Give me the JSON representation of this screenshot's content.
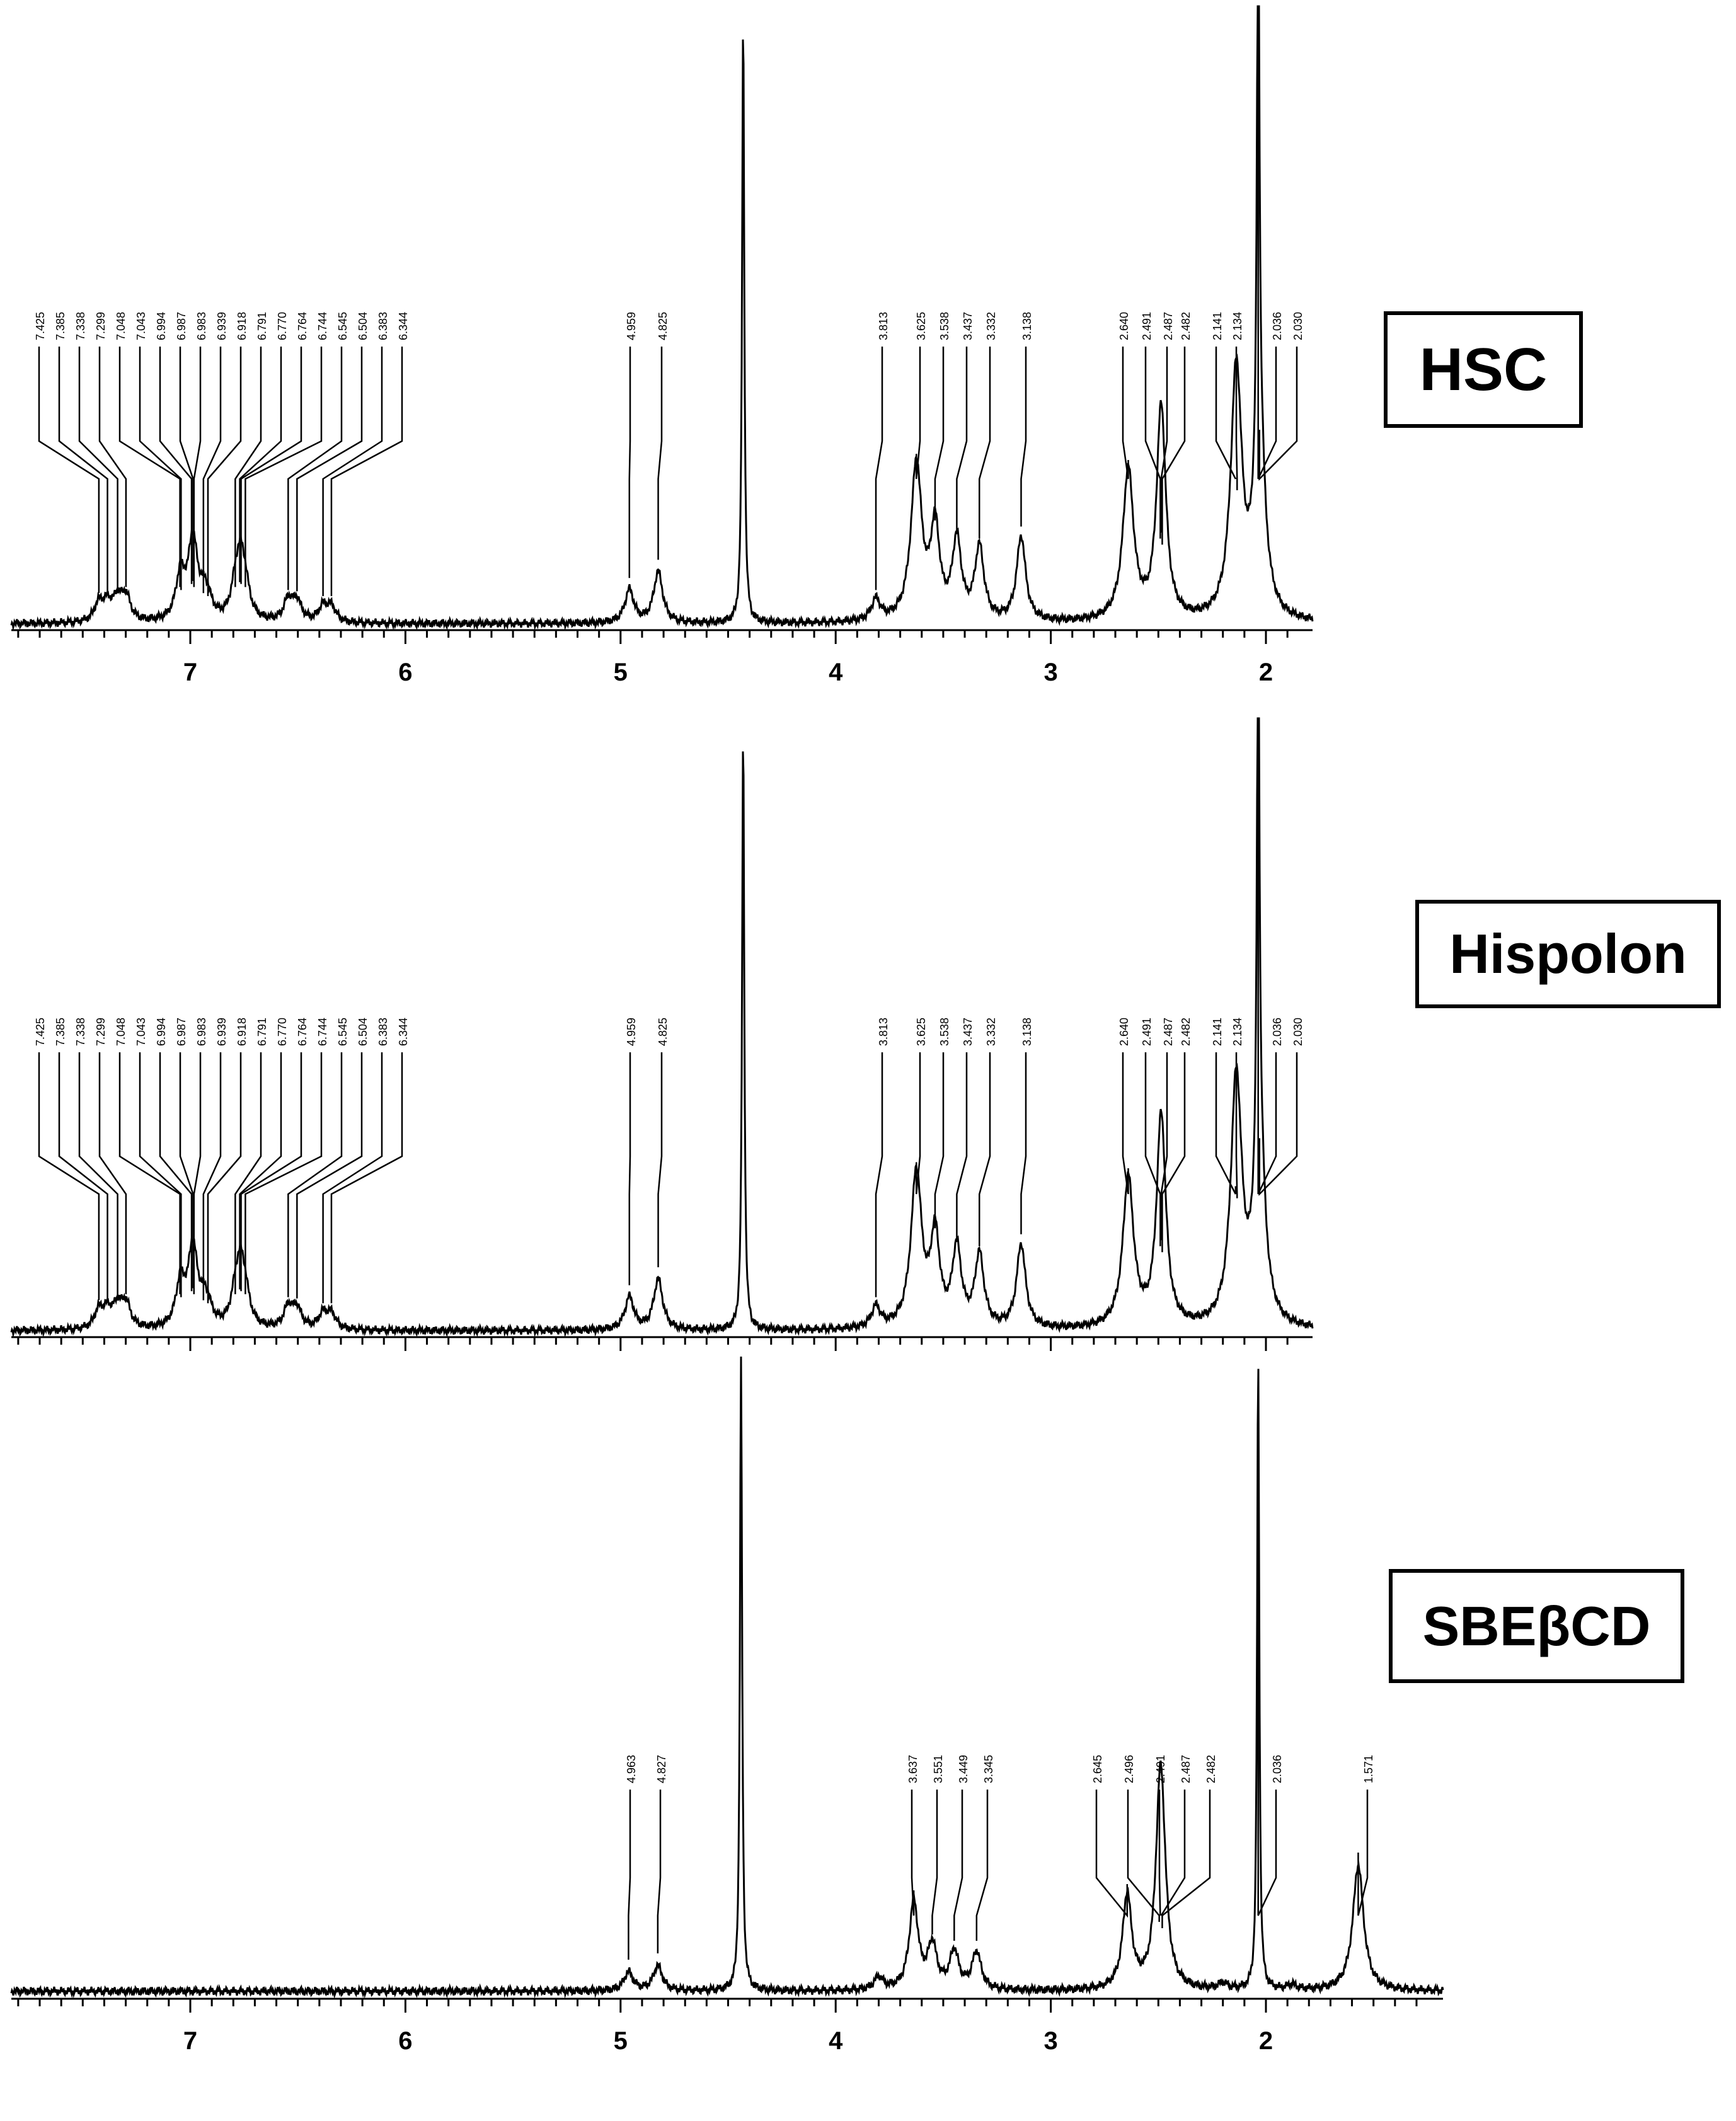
{
  "chart_data": [
    {
      "type": "line",
      "title": "HSC",
      "x_range": [
        7.85,
        1.82
      ],
      "tick_labels": [
        "7",
        "6",
        "5",
        "4",
        "3",
        "2"
      ],
      "peak_labels": [
        "7.425",
        "7.385",
        "7.338",
        "7.299",
        "7.048",
        "7.043",
        "6.994",
        "6.987",
        "6.983",
        "6.939",
        "6.918",
        "6.791",
        "6.770",
        "6.764",
        "6.744",
        "6.545",
        "6.504",
        "6.383",
        "6.344",
        "4.959",
        "4.825",
        "3.813",
        "3.625",
        "3.538",
        "3.437",
        "3.332",
        "3.138",
        "2.640",
        "2.491",
        "2.487",
        "2.482",
        "2.141",
        "2.134",
        "2.036",
        "2.030"
      ],
      "peaks": [
        {
          "ppm": 7.425,
          "h": 0.03
        },
        {
          "ppm": 7.385,
          "h": 0.028
        },
        {
          "ppm": 7.338,
          "h": 0.035
        },
        {
          "ppm": 7.299,
          "h": 0.04
        },
        {
          "ppm": 7.048,
          "h": 0.04
        },
        {
          "ppm": 7.043,
          "h": 0.035
        },
        {
          "ppm": 6.994,
          "h": 0.045
        },
        {
          "ppm": 6.987,
          "h": 0.05
        },
        {
          "ppm": 6.983,
          "h": 0.04
        },
        {
          "ppm": 6.939,
          "h": 0.03
        },
        {
          "ppm": 6.918,
          "h": 0.025
        },
        {
          "ppm": 6.791,
          "h": 0.04
        },
        {
          "ppm": 6.77,
          "h": 0.048
        },
        {
          "ppm": 6.764,
          "h": 0.045
        },
        {
          "ppm": 6.744,
          "h": 0.04
        },
        {
          "ppm": 6.545,
          "h": 0.035
        },
        {
          "ppm": 6.504,
          "h": 0.033
        },
        {
          "ppm": 6.383,
          "h": 0.025
        },
        {
          "ppm": 6.344,
          "h": 0.025
        },
        {
          "ppm": 4.959,
          "h": 0.055
        },
        {
          "ppm": 4.825,
          "h": 0.085
        },
        {
          "ppm": 4.43,
          "h": 1.0
        },
        {
          "ppm": 3.813,
          "h": 0.035
        },
        {
          "ppm": 3.625,
          "h": 0.26
        },
        {
          "ppm": 3.538,
          "h": 0.15
        },
        {
          "ppm": 3.437,
          "h": 0.13
        },
        {
          "ppm": 3.332,
          "h": 0.12
        },
        {
          "ppm": 3.138,
          "h": 0.14
        },
        {
          "ppm": 2.64,
          "h": 0.25
        },
        {
          "ppm": 2.491,
          "h": 0.12
        },
        {
          "ppm": 2.487,
          "h": 0.13
        },
        {
          "ppm": 2.482,
          "h": 0.11
        },
        {
          "ppm": 2.141,
          "h": 0.22
        },
        {
          "ppm": 2.134,
          "h": 0.2
        },
        {
          "ppm": 2.036,
          "h": 1.0
        },
        {
          "ppm": 2.03,
          "h": 0.3
        }
      ]
    },
    {
      "type": "line",
      "title": "Hispolon",
      "x_range": [
        7.85,
        1.82
      ],
      "tick_labels": [],
      "peak_labels": [
        "7.425",
        "7.385",
        "7.338",
        "7.299",
        "7.048",
        "7.043",
        "6.994",
        "6.987",
        "6.983",
        "6.939",
        "6.918",
        "6.791",
        "6.770",
        "6.764",
        "6.744",
        "6.545",
        "6.504",
        "6.383",
        "6.344",
        "4.959",
        "4.825",
        "3.813",
        "3.625",
        "3.538",
        "3.437",
        "3.332",
        "3.138",
        "2.640",
        "2.491",
        "2.487",
        "2.482",
        "2.141",
        "2.134",
        "2.036",
        "2.030"
      ],
      "peaks": [
        {
          "ppm": 7.425,
          "h": 0.03
        },
        {
          "ppm": 7.385,
          "h": 0.028
        },
        {
          "ppm": 7.338,
          "h": 0.035
        },
        {
          "ppm": 7.299,
          "h": 0.04
        },
        {
          "ppm": 7.048,
          "h": 0.04
        },
        {
          "ppm": 7.043,
          "h": 0.035
        },
        {
          "ppm": 6.994,
          "h": 0.045
        },
        {
          "ppm": 6.987,
          "h": 0.05
        },
        {
          "ppm": 6.983,
          "h": 0.04
        },
        {
          "ppm": 6.939,
          "h": 0.03
        },
        {
          "ppm": 6.918,
          "h": 0.025
        },
        {
          "ppm": 6.791,
          "h": 0.04
        },
        {
          "ppm": 6.77,
          "h": 0.048
        },
        {
          "ppm": 6.764,
          "h": 0.045
        },
        {
          "ppm": 6.744,
          "h": 0.04
        },
        {
          "ppm": 6.545,
          "h": 0.035
        },
        {
          "ppm": 6.504,
          "h": 0.033
        },
        {
          "ppm": 6.383,
          "h": 0.025
        },
        {
          "ppm": 6.344,
          "h": 0.025
        },
        {
          "ppm": 4.959,
          "h": 0.055
        },
        {
          "ppm": 4.825,
          "h": 0.085
        },
        {
          "ppm": 4.43,
          "h": 1.0
        },
        {
          "ppm": 3.813,
          "h": 0.035
        },
        {
          "ppm": 3.625,
          "h": 0.26
        },
        {
          "ppm": 3.538,
          "h": 0.15
        },
        {
          "ppm": 3.437,
          "h": 0.13
        },
        {
          "ppm": 3.332,
          "h": 0.12
        },
        {
          "ppm": 3.138,
          "h": 0.14
        },
        {
          "ppm": 2.64,
          "h": 0.25
        },
        {
          "ppm": 2.491,
          "h": 0.12
        },
        {
          "ppm": 2.487,
          "h": 0.13
        },
        {
          "ppm": 2.482,
          "h": 0.11
        },
        {
          "ppm": 2.141,
          "h": 0.22
        },
        {
          "ppm": 2.134,
          "h": 0.2
        },
        {
          "ppm": 2.036,
          "h": 1.0
        },
        {
          "ppm": 2.03,
          "h": 0.3
        }
      ]
    },
    {
      "type": "line",
      "title": "SBEβCD",
      "x_range": [
        7.85,
        1.22
      ],
      "tick_labels": [
        "7",
        "6",
        "5",
        "4",
        "3",
        "2"
      ],
      "peak_labels": [
        "4.963",
        "4.827",
        "3.637",
        "3.551",
        "3.449",
        "3.345",
        "2.645",
        "2.496",
        "2.491",
        "2.487",
        "2.482",
        "2.036",
        "1.571"
      ],
      "peaks": [
        {
          "ppm": 4.963,
          "h": 0.03
        },
        {
          "ppm": 4.827,
          "h": 0.04
        },
        {
          "ppm": 4.44,
          "h": 1.0
        },
        {
          "ppm": 3.8,
          "h": 0.02
        },
        {
          "ppm": 3.637,
          "h": 0.14
        },
        {
          "ppm": 3.551,
          "h": 0.07
        },
        {
          "ppm": 3.449,
          "h": 0.06
        },
        {
          "ppm": 3.345,
          "h": 0.06
        },
        {
          "ppm": 2.645,
          "h": 0.15
        },
        {
          "ppm": 2.496,
          "h": 0.09
        },
        {
          "ppm": 2.491,
          "h": 0.1
        },
        {
          "ppm": 2.487,
          "h": 0.1
        },
        {
          "ppm": 2.482,
          "h": 0.08
        },
        {
          "ppm": 2.2,
          "h": 0.01
        },
        {
          "ppm": 2.036,
          "h": 1.0
        },
        {
          "ppm": 1.88,
          "h": 0.008
        },
        {
          "ppm": 1.571,
          "h": 0.2
        }
      ]
    }
  ]
}
